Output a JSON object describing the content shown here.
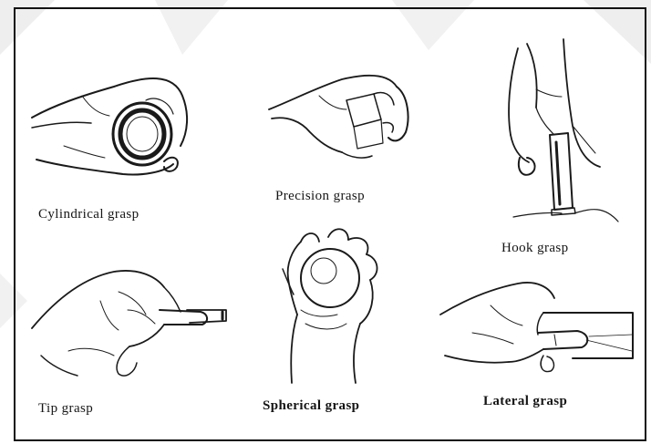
{
  "colors": {
    "ink": "#1a1a1a",
    "background": "#ffffff",
    "watermark": "#eeeeee"
  },
  "grasps": [
    {
      "label": "Cylindrical grasp",
      "icon": "cylindrical-grasp-hand-icon"
    },
    {
      "label": "Precision grasp",
      "icon": "precision-grasp-hand-icon"
    },
    {
      "label": "Hook grasp",
      "icon": "hook-grasp-hand-icon"
    },
    {
      "label": "Tip grasp",
      "icon": "tip-grasp-hand-icon"
    },
    {
      "label": "Spherical grasp",
      "icon": "spherical-grasp-hand-icon"
    },
    {
      "label": "Lateral grasp",
      "icon": "lateral-grasp-hand-icon"
    }
  ]
}
